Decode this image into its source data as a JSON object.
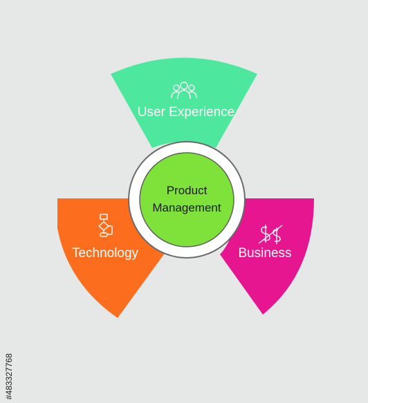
{
  "diagram": {
    "center": {
      "line1": "Product",
      "line2": "Management"
    },
    "segments": [
      {
        "label": "User Experience",
        "icon": "users-icon",
        "color": "#4de79d"
      },
      {
        "label": "Technology",
        "icon": "flowchart-icon",
        "color": "#fc6e1e"
      },
      {
        "label": "Business",
        "icon": "dollar-icon",
        "color": "#e5168f"
      }
    ],
    "center_color": "#7fe23a"
  },
  "stock_id": "#483327768"
}
